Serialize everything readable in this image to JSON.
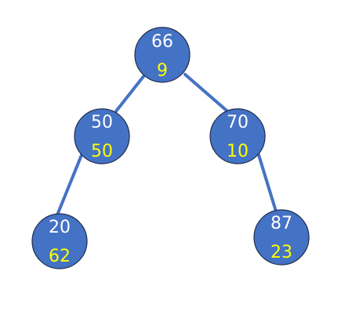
{
  "colors": {
    "node_fill": "#4472c4",
    "node_border": "#1f2d4d",
    "edge": "#4472c4",
    "key_text": "#ffffff",
    "priority_text": "#ffff00"
  },
  "tree": {
    "nodes": [
      {
        "id": "n66",
        "key": "66",
        "priority": "9"
      },
      {
        "id": "n50",
        "key": "50",
        "priority": "50"
      },
      {
        "id": "n70",
        "key": "70",
        "priority": "10"
      },
      {
        "id": "n20",
        "key": "20",
        "priority": "62"
      },
      {
        "id": "n87",
        "key": "87",
        "priority": "23"
      }
    ],
    "edges": [
      {
        "from": "n66",
        "to": "n50"
      },
      {
        "from": "n66",
        "to": "n70"
      },
      {
        "from": "n50",
        "to": "n20"
      },
      {
        "from": "n70",
        "to": "n87"
      }
    ]
  }
}
